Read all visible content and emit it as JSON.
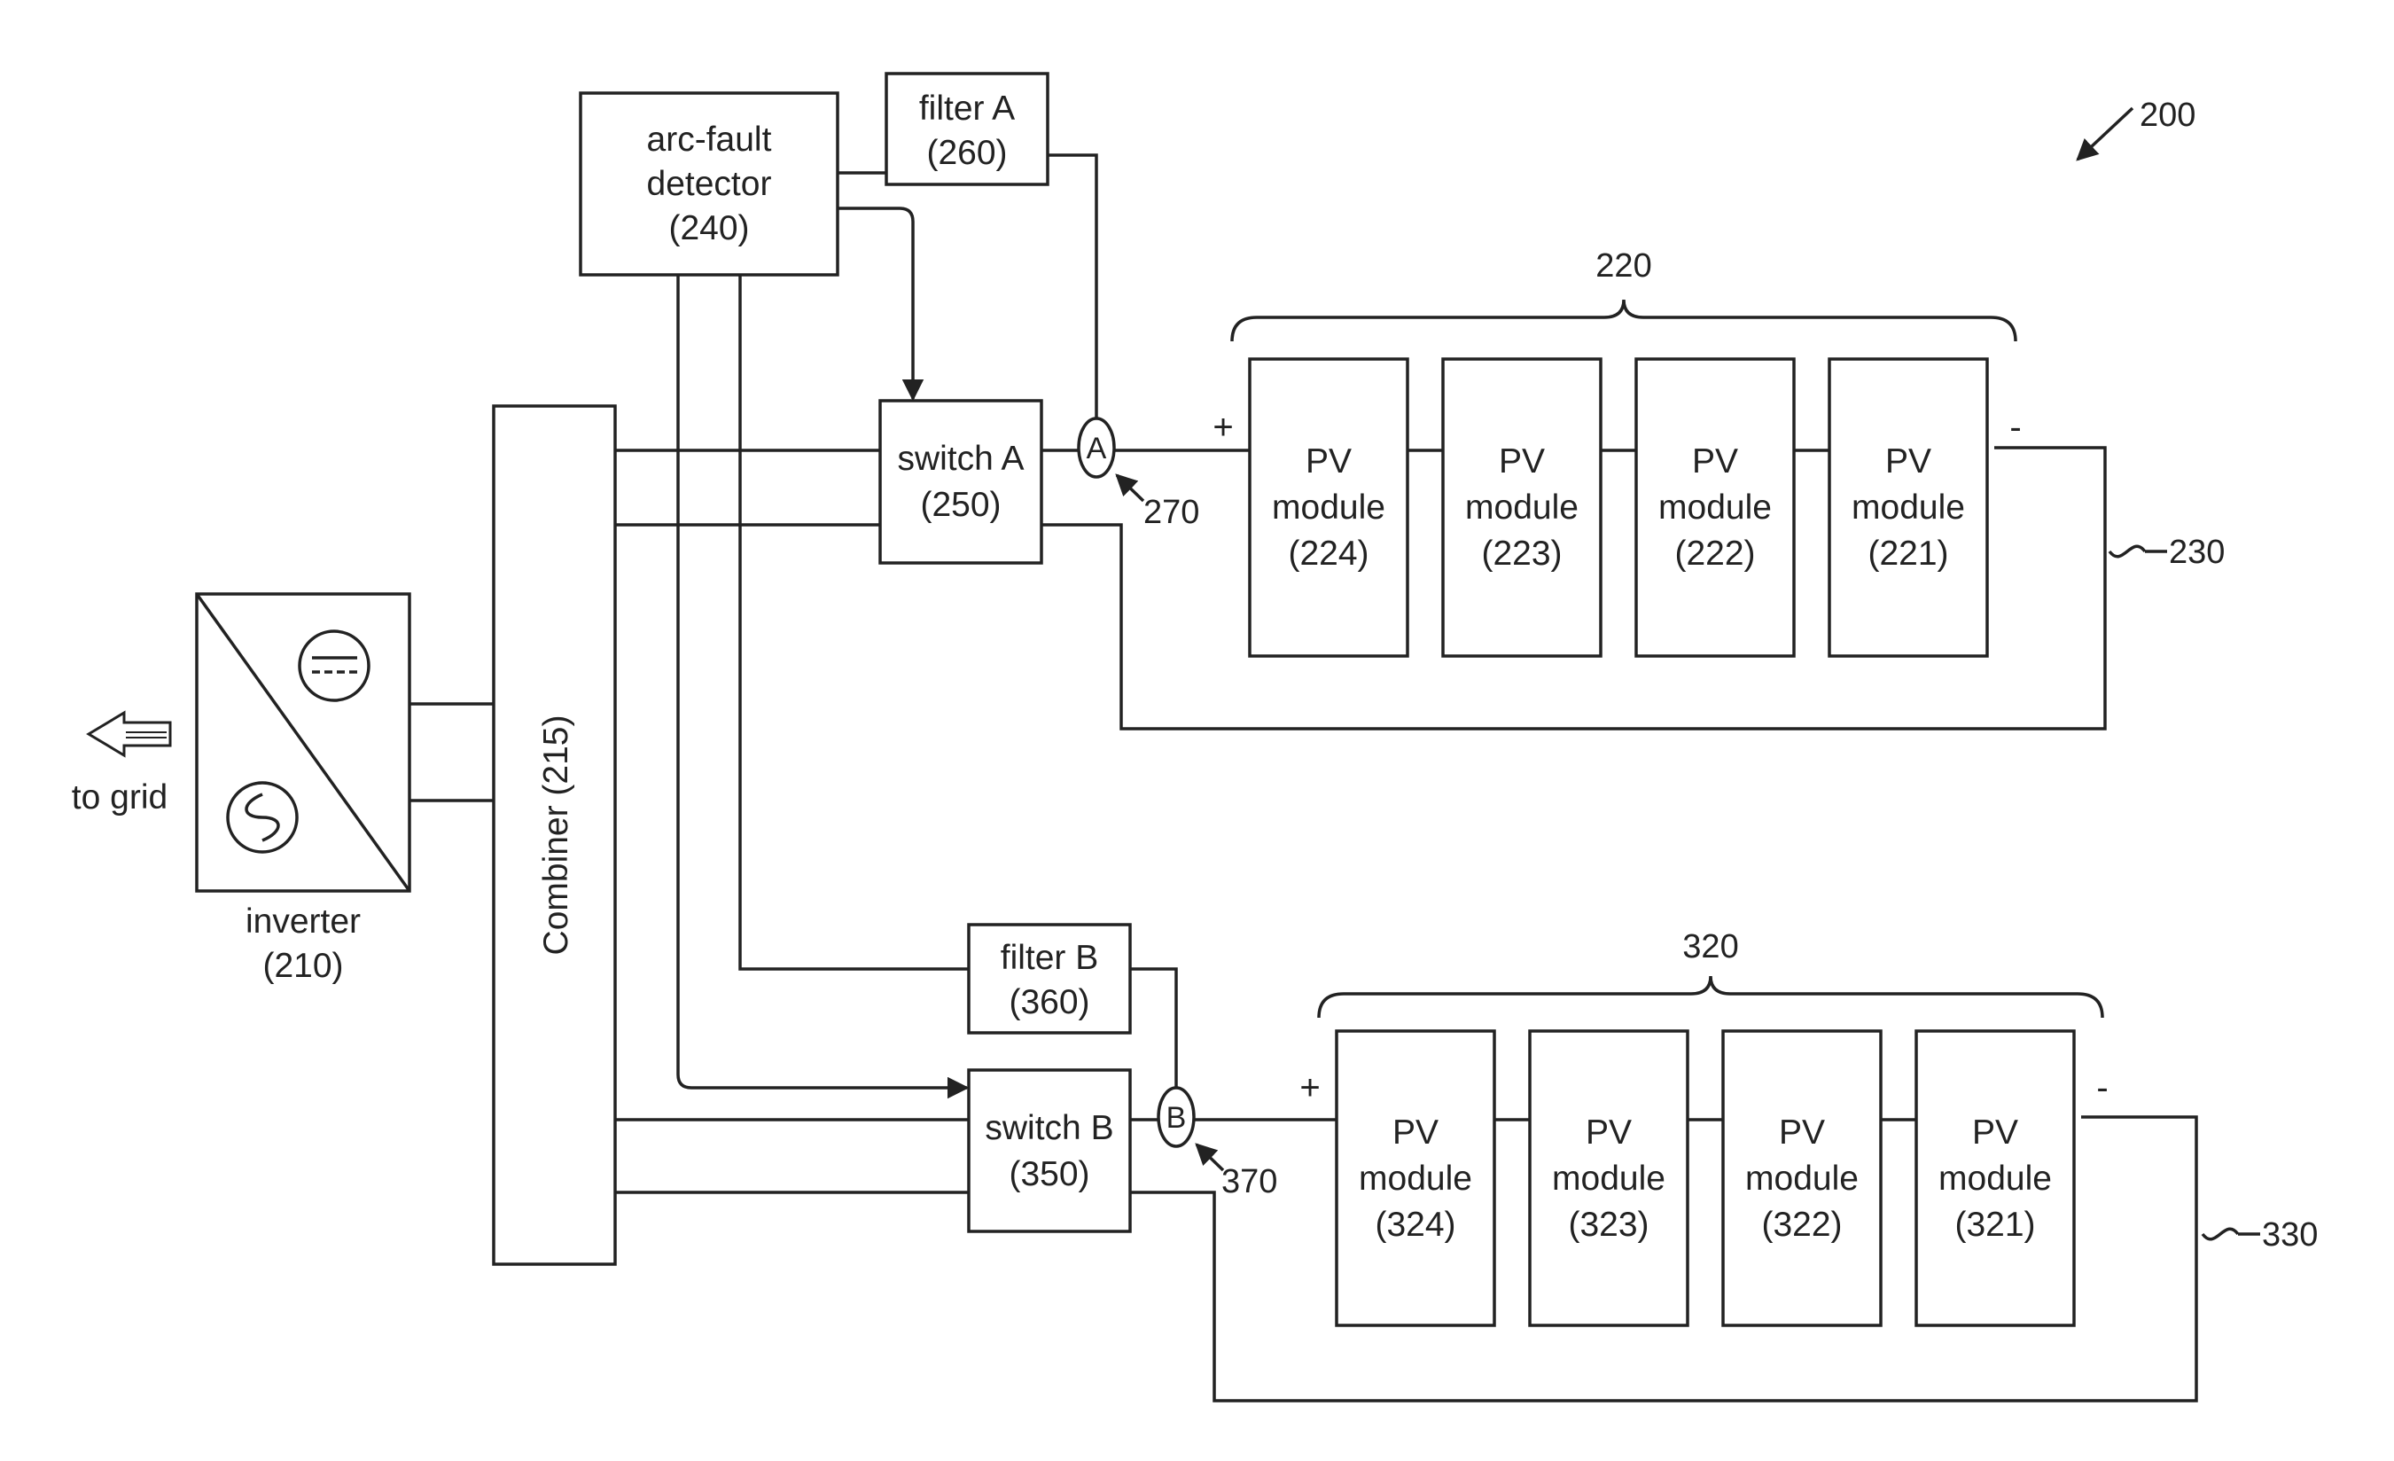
{
  "figure_ref": "200",
  "inverter": {
    "label_line1": "inverter",
    "label_line2": "(210)"
  },
  "grid": {
    "label": "to grid"
  },
  "combiner": {
    "label": "Combiner (215)"
  },
  "detector": {
    "line1": "arc-fault",
    "line2": "detector",
    "line3": "(240)"
  },
  "filter_a": {
    "line1": "filter A",
    "line2": "(260)"
  },
  "filter_b": {
    "line1": "filter B",
    "line2": "(360)"
  },
  "switch_a": {
    "line1": "switch A",
    "line2": "(250)"
  },
  "switch_b": {
    "line1": "switch B",
    "line2": "(350)"
  },
  "meter_a": {
    "letter": "A",
    "ref": "270"
  },
  "meter_b": {
    "letter": "B",
    "ref": "370"
  },
  "string_a": {
    "group_ref": "220",
    "loop_ref": "230",
    "plus": "+",
    "minus": "-",
    "modules": [
      {
        "line1": "PV",
        "line2": "module",
        "line3": "(224)"
      },
      {
        "line1": "PV",
        "line2": "module",
        "line3": "(223)"
      },
      {
        "line1": "PV",
        "line2": "module",
        "line3": "(222)"
      },
      {
        "line1": "PV",
        "line2": "module",
        "line3": "(221)"
      }
    ]
  },
  "string_b": {
    "group_ref": "320",
    "loop_ref": "330",
    "plus": "+",
    "minus": "-",
    "modules": [
      {
        "line1": "PV",
        "line2": "module",
        "line3": "(324)"
      },
      {
        "line1": "PV",
        "line2": "module",
        "line3": "(323)"
      },
      {
        "line1": "PV",
        "line2": "module",
        "line3": "(322)"
      },
      {
        "line1": "PV",
        "line2": "module",
        "line3": "(321)"
      }
    ]
  },
  "colors": {
    "line": "#222222",
    "background": "#ffffff"
  }
}
